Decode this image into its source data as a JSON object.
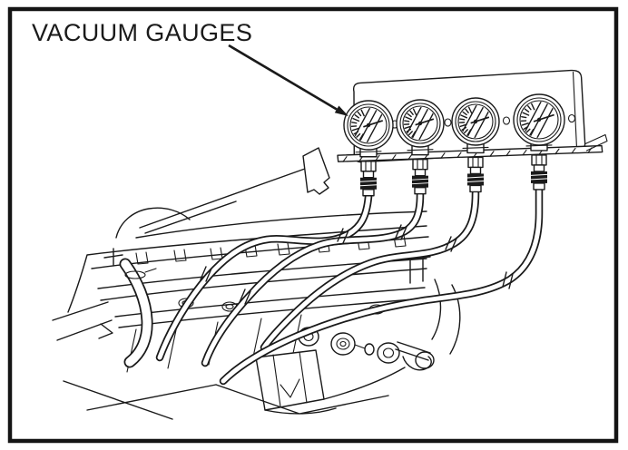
{
  "figure": {
    "label": "VACUUM GAUGES",
    "gauges": [
      {
        "id": "vacuum-gauge-1"
      },
      {
        "id": "vacuum-gauge-2"
      },
      {
        "id": "vacuum-gauge-3"
      },
      {
        "id": "vacuum-gauge-4"
      }
    ],
    "hoses": [
      {
        "id": "gauge-hose-1"
      },
      {
        "id": "gauge-hose-2"
      },
      {
        "id": "gauge-hose-3"
      },
      {
        "id": "gauge-hose-4"
      }
    ]
  },
  "colors": {
    "ink": "#1a1a1a",
    "paper": "#ffffff",
    "border_frame": "#141414"
  }
}
